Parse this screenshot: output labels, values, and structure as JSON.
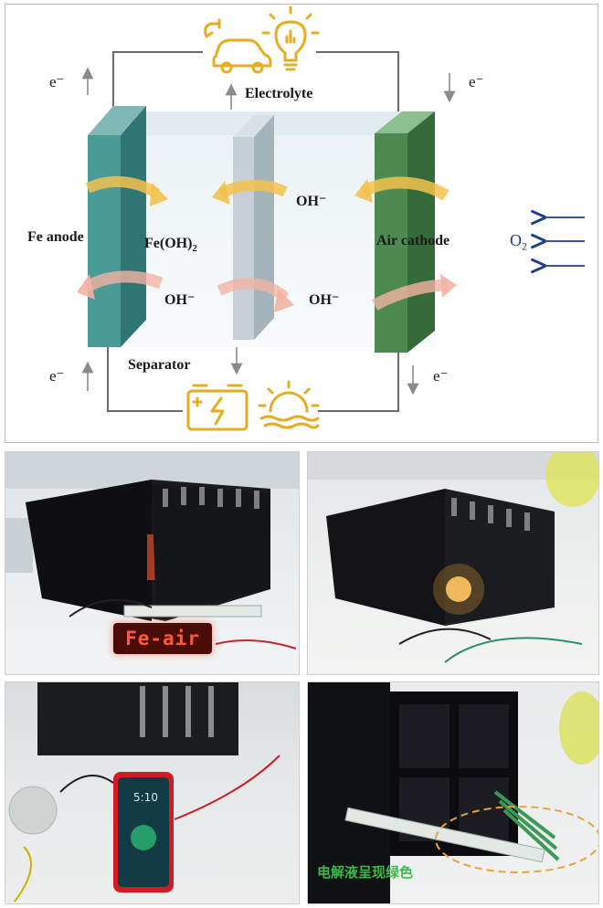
{
  "diagram": {
    "labels": {
      "electrolyte": "Electrolyte",
      "fe_anode": "Fe  anode",
      "fe_oh2": "Fe(OH)",
      "fe_oh2_sub": "2",
      "oh_top": "OH⁻",
      "oh_left": "OH⁻",
      "oh_right": "OH⁻",
      "air_cathode": "Air  cathode",
      "o2": "O",
      "o2_sub": "2",
      "separator": "Separator",
      "e_top_left": "e⁻",
      "e_top_right": "e⁻",
      "e_bottom_left": "e⁻",
      "e_bottom_right": "e⁻"
    },
    "colors": {
      "anode": "#3d8f8b",
      "cathode": "#3f7d46",
      "separator": "#b9c5cc",
      "arrow_yellow": "#f3c24e",
      "arrow_pink": "#f2b3a4",
      "icon_gold": "#e6ad22",
      "o2_blue": "#1e3d8f"
    },
    "icons": [
      "car-plug-icon",
      "lightbulb-icon",
      "battery-icon",
      "sunset-sea-icon"
    ]
  },
  "photos": {
    "sign_text": "Fe-air",
    "phone_time": "5:10",
    "caption_cn": "电解液呈现绿色"
  }
}
